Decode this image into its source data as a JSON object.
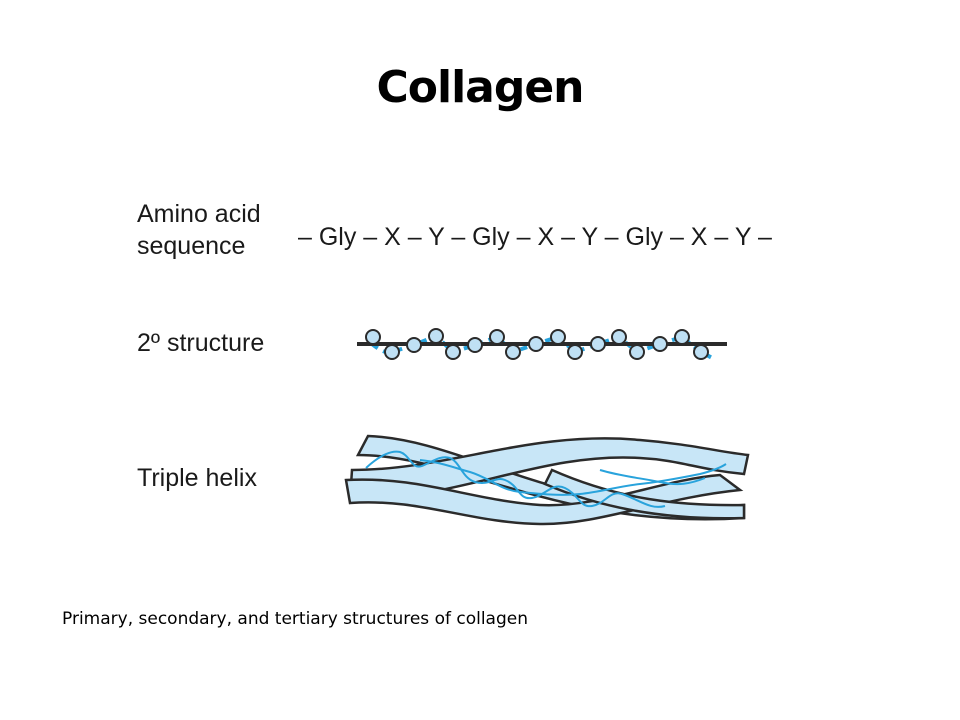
{
  "title": "Collagen",
  "labels": {
    "amino_line1": "Amino acid",
    "amino_line2": "sequence",
    "secondary": "2º structure",
    "triple": "Triple helix"
  },
  "sequence": "– Gly – X – Y – Gly – X – Y – Gly – X – Y –",
  "caption": "Primary, secondary, and tertiary structures of collagen",
  "colors": {
    "ribbon_fill": "#c8e6f7",
    "ribbon_stroke": "#2b2b2b",
    "helix_line": "#29a3dc",
    "bead_fill": "#bfe0f4"
  }
}
